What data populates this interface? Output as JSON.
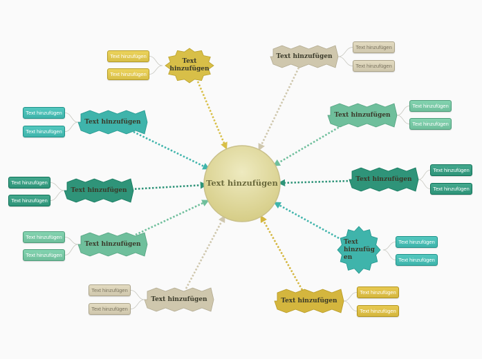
{
  "central": {
    "label": "Text hinzufügen",
    "color": "#e6e0a4"
  },
  "branches": [
    {
      "id": "top-left",
      "label": "Text\nhinzufügen",
      "color": "#d8bf48",
      "subs": [
        "Text hinzufügen",
        "Text hinzufügen"
      ]
    },
    {
      "id": "top-right",
      "label": "Text hinzufügen",
      "color": "#cfc7ad",
      "subs": [
        "Text hinzufügen",
        "Text hinzufügen"
      ]
    },
    {
      "id": "upper-right",
      "label": "Text hinzufügen",
      "color": "#6fbf9c",
      "subs": [
        "Text hinzufügen",
        "Text hinzufügen"
      ]
    },
    {
      "id": "right",
      "label": "Text hinzufügen",
      "color": "#2f9479",
      "subs": [
        "Text hinzufügen",
        "Text hinzufügen"
      ]
    },
    {
      "id": "lower-right",
      "label": "Text\nhinzufüg\nen",
      "color": "#3fb4ab",
      "subs": [
        "Text hinzufügen",
        "Text hinzufügen"
      ]
    },
    {
      "id": "bottom-right",
      "label": "Text hinzufügen",
      "color": "#d4b63e",
      "subs": [
        "Text hinzufügen",
        "Text hinzufügen"
      ]
    },
    {
      "id": "bottom-left",
      "label": "Text hinzufügen",
      "color": "#cfc7ad",
      "subs": [
        "Text hinzufügen",
        "Text hinzufügen"
      ]
    },
    {
      "id": "lower-left",
      "label": "Text hinzufügen",
      "color": "#6fbf9c",
      "subs": [
        "Text hinzufügen",
        "Text hinzufügen"
      ]
    },
    {
      "id": "left",
      "label": "Text hinzufügen",
      "color": "#2f9479",
      "subs": [
        "Text hinzufügen",
        "Text hinzufügen"
      ]
    },
    {
      "id": "upper-left",
      "label": "Text hinzufügen",
      "color": "#3fb4ab",
      "subs": [
        "Text hinzufügen",
        "Text hinzufügen"
      ]
    }
  ]
}
